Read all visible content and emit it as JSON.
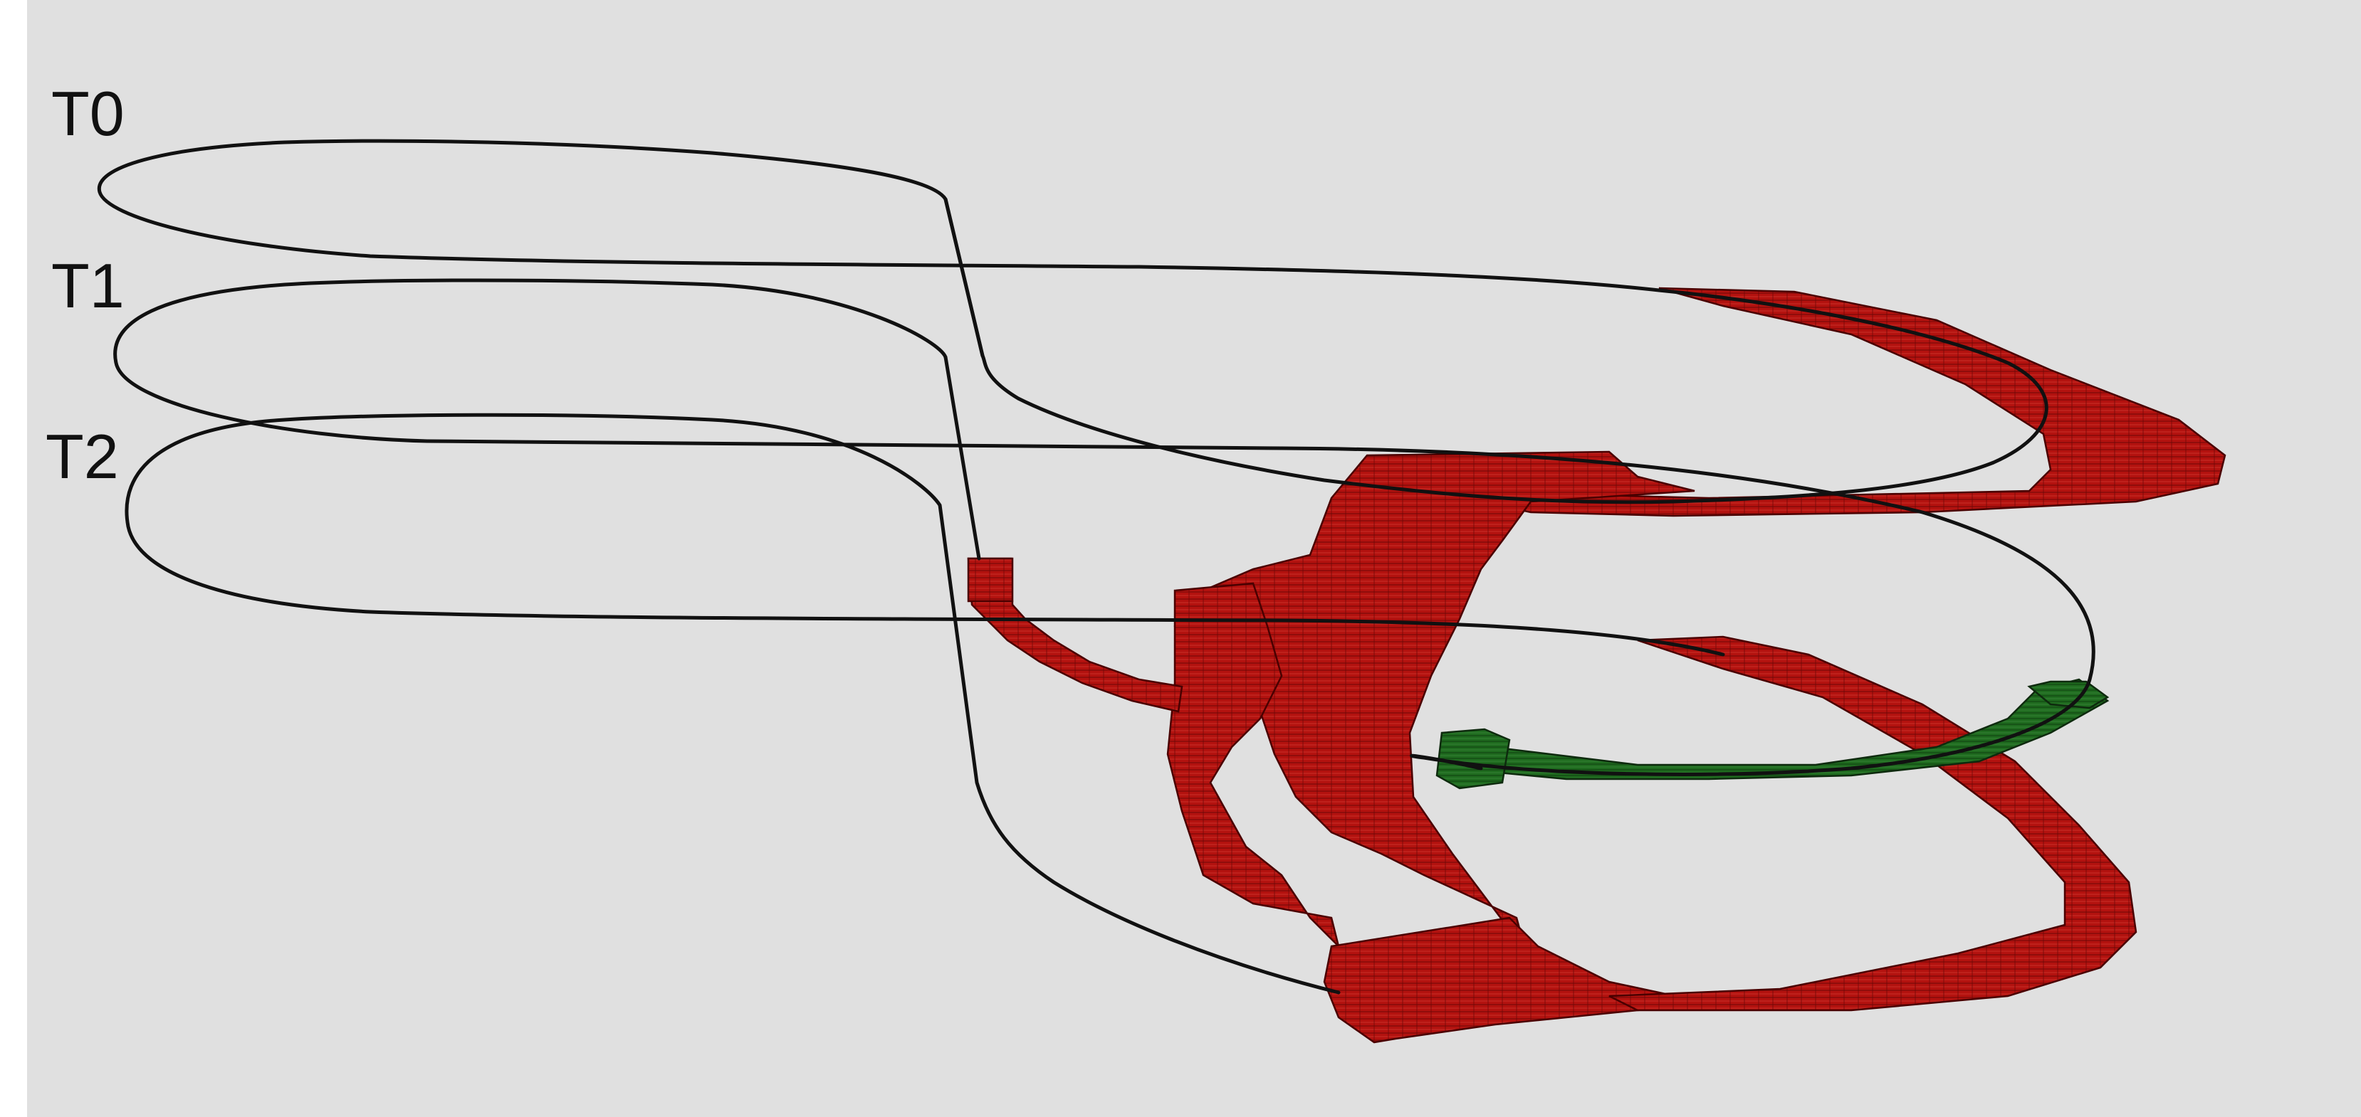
{
  "labels": {
    "t0": "T0",
    "t1": "T1",
    "t2": "T2"
  },
  "colors": {
    "background": "#e0e0e0",
    "trajectory_line": "#111111",
    "red_volume": "#b3120f",
    "green_volume": "#1f6b1f"
  }
}
